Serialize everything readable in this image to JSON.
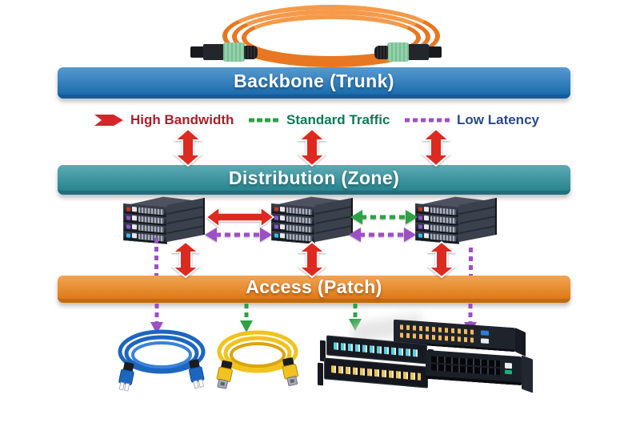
{
  "banners": {
    "backbone": "Backbone (Trunk)",
    "distribution": "Distribution (Zone)",
    "access": "Access (Patch)"
  },
  "legend": {
    "items": [
      {
        "id": "high-bandwidth",
        "label": "High Bandwidth",
        "icon": "red-solid-arrow-icon",
        "text_color": "#a8202a",
        "line_color": "#d6252b",
        "style": "solid"
      },
      {
        "id": "standard-traffic",
        "label": "Standard Traffic",
        "icon": "green-dashed-line-icon",
        "text_color": "#0e7a57",
        "line_color": "#2ea146",
        "style": "dashed"
      },
      {
        "id": "low-latency",
        "label": "Low Latency",
        "icon": "purple-dashed-line-icon",
        "text_color": "#2a4a86",
        "line_color": "#9d50c4",
        "style": "dashed"
      }
    ]
  },
  "colors": {
    "banner-blue": "#1e78c0",
    "banner-blue-dark": "#135a9e",
    "banner-teal": "#2e939f",
    "banner-teal-dark": "#1f6f7b",
    "banner-orange": "#f08519",
    "banner-orange-dark": "#c56a0c",
    "red": "#dd2a20",
    "green": "#2ea146",
    "purple": "#9d50c4",
    "cable-orange": "#e87722",
    "cable-blue": "#1d66c0",
    "cable-yellow": "#f2c21e",
    "mpo-sleeve": "#8fd4a8",
    "port-amber": "#f3b95e",
    "port-teal": "#55cfe0",
    "port-yellow": "#ecc255"
  },
  "devices": {
    "trunk_cable": {
      "icon": "mpo-fiber-trunk-cable",
      "jacket_color": "#e87722"
    },
    "distribution_switches": {
      "icon": "rackmount-enclosure",
      "count": 3,
      "led_rows": [
        "#c0392b",
        "#8a55c8",
        "#8a55c8",
        "#2ec0e8"
      ]
    },
    "access_devices": [
      {
        "icon": "lc-duplex-fiber-patch-cable",
        "cable_color": "#1d66c0"
      },
      {
        "icon": "fiber-patch-cable",
        "cable_color": "#f2c21e"
      },
      {
        "icon": "fiber-patch-panel-stack"
      },
      {
        "icon": "rackmount-network-switch"
      }
    ]
  },
  "connections": {
    "backbone_to_distribution": {
      "type": "high-bandwidth",
      "arrow_count": 3,
      "direction": "bidirectional"
    },
    "distribution_interlinks": [
      {
        "between": "switch-1/switch-2",
        "types": [
          "high-bandwidth",
          "low-latency"
        ]
      },
      {
        "between": "switch-2/switch-3",
        "types": [
          "standard-traffic",
          "low-latency"
        ]
      }
    ],
    "distribution_to_access": {
      "type": "high-bandwidth",
      "arrow_count": 3,
      "low_latency_pass_through": 2
    },
    "access_drops": [
      "low-latency",
      "standard-traffic",
      "standard-traffic",
      "low-latency"
    ]
  }
}
